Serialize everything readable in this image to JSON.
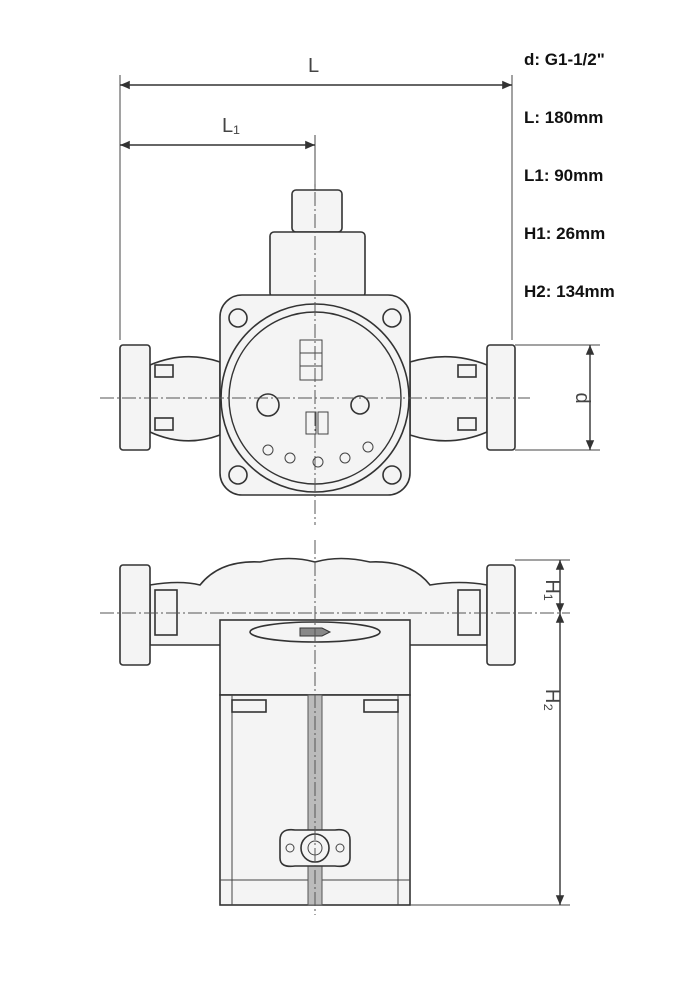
{
  "specs": {
    "d": "d: G1-1/2\"",
    "L": "L: 180mm",
    "L1": "L1: 90mm",
    "H1": "H1: 26mm",
    "H2": "H2: 134mm"
  },
  "dimension_labels": {
    "L": "L",
    "L1": "L₁",
    "d": "d",
    "H1": "H₁",
    "H2": "H₂"
  }
}
